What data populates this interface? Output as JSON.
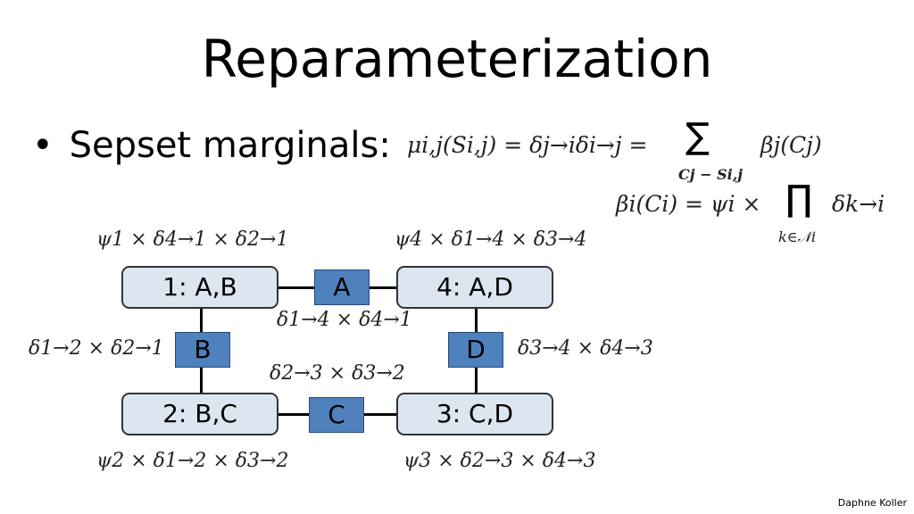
{
  "title": "Reparameterization",
  "bullet": {
    "symbol": "•",
    "text": "Sepset marginals:"
  },
  "equations": {
    "sepset_lhs": "μi,j(Si,j) = δj→iδi→j =",
    "sum_symbol": "∑",
    "sum_subscript": "Cj − Si,j",
    "sum_term": "βj(Cj)",
    "belief_lhs": "βi(Ci) = ψi ×",
    "prod_symbol": "∏",
    "prod_subscript": "k∈𝒩i",
    "prod_term": "δk→i"
  },
  "cliques": [
    {
      "label": "1: A,B"
    },
    {
      "label": "4: A,D"
    },
    {
      "label": "2: B,C"
    },
    {
      "label": "3: C,D"
    }
  ],
  "sepsets": [
    {
      "label": "A"
    },
    {
      "label": "B"
    },
    {
      "label": "D"
    },
    {
      "label": "C"
    }
  ],
  "messages": {
    "clique1": "ψ1 × δ4→1 × δ2→1",
    "clique4": "ψ4 × δ1→4 × δ3→4",
    "clique2": "ψ2 × δ1→2 × δ3→2",
    "clique3": "ψ3 × δ2→3 × δ4→3",
    "sepset_A": "δ1→4 × δ4→1",
    "sepset_B": "δ1→2 × δ2→1",
    "sepset_D": "δ3→4 × δ4→3",
    "sepset_C": "δ2→3 × δ3→2"
  },
  "credit": "Daphne Koller"
}
